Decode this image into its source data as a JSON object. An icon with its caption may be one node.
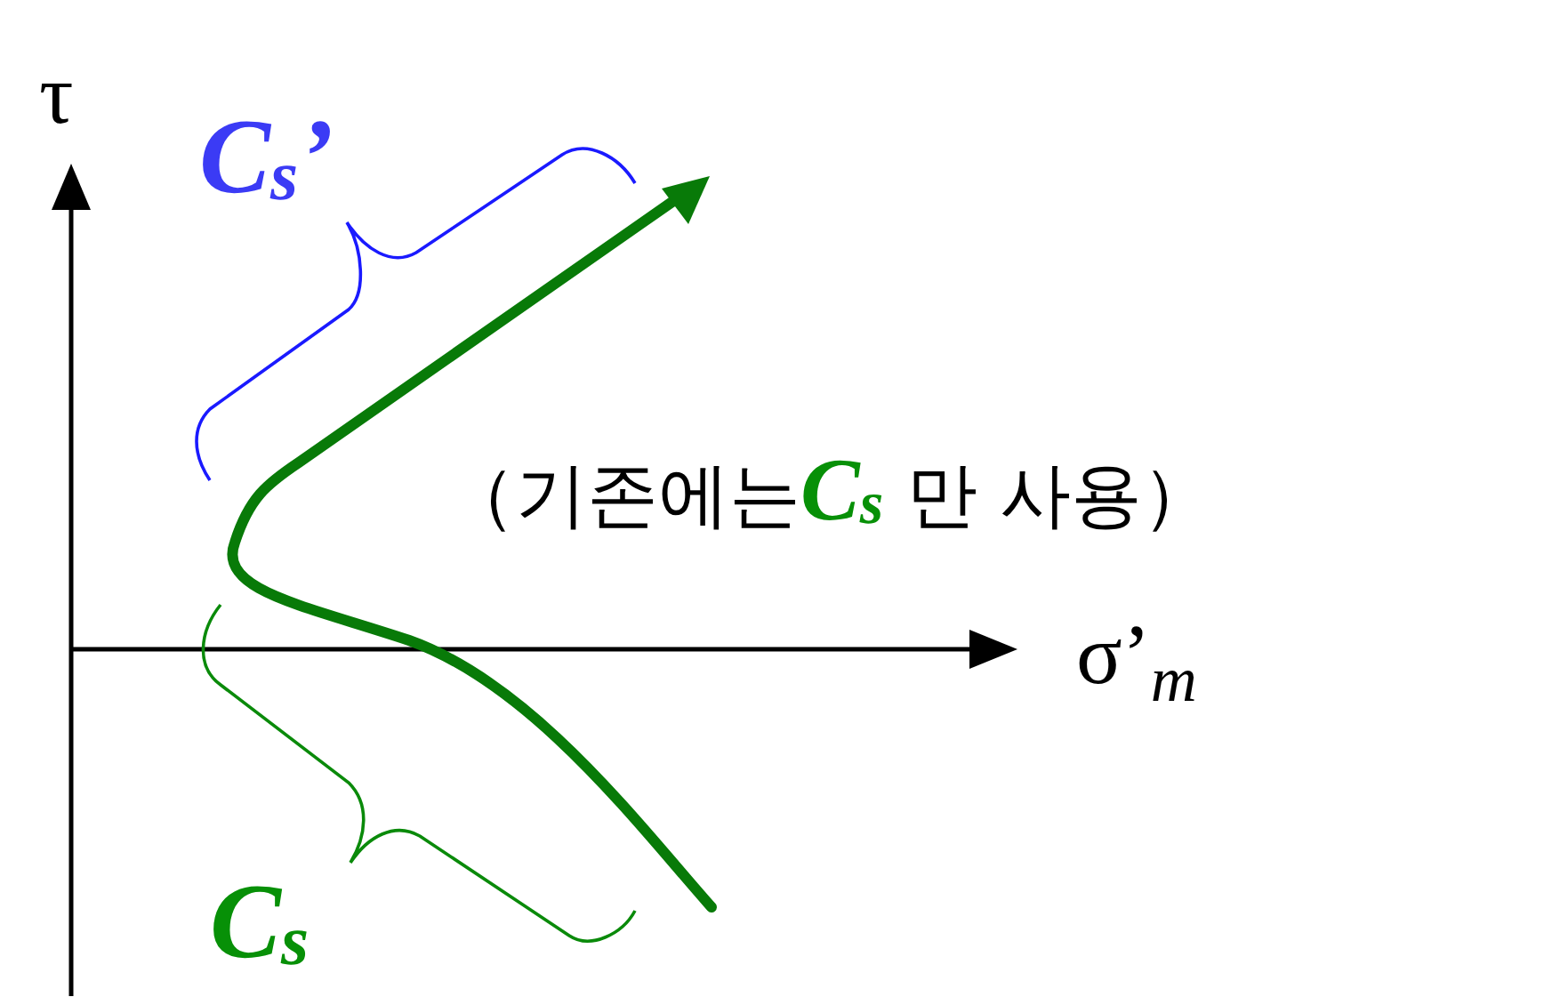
{
  "diagram": {
    "labels": [
      "τ",
      "C$_{s}$’",
      "（기존에는**C$_{s}$** 만 사용）",
      "σ’$_{m}$",
      "C$_{s}$"
    ]
  }
}
